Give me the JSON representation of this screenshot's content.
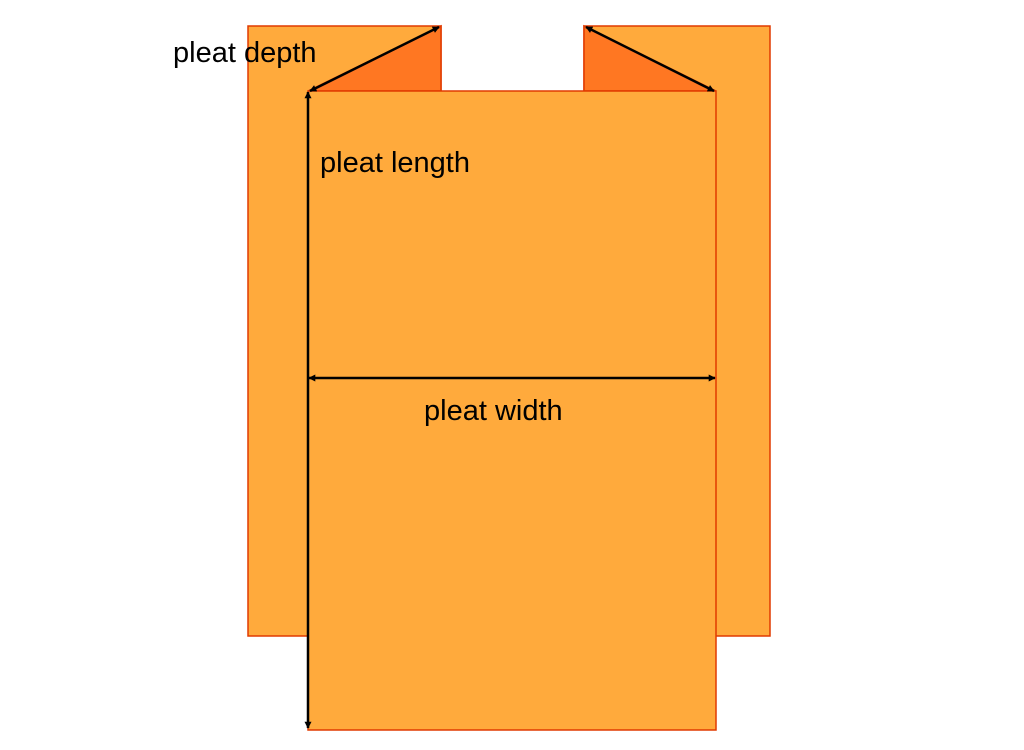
{
  "labels": {
    "depth": "pleat depth",
    "length": "pleat length",
    "width": "pleat width"
  },
  "colors": {
    "fabric": "#FFAA3C",
    "fold": "#FF7722",
    "outline": "#E03A00",
    "arrow": "#000000"
  }
}
